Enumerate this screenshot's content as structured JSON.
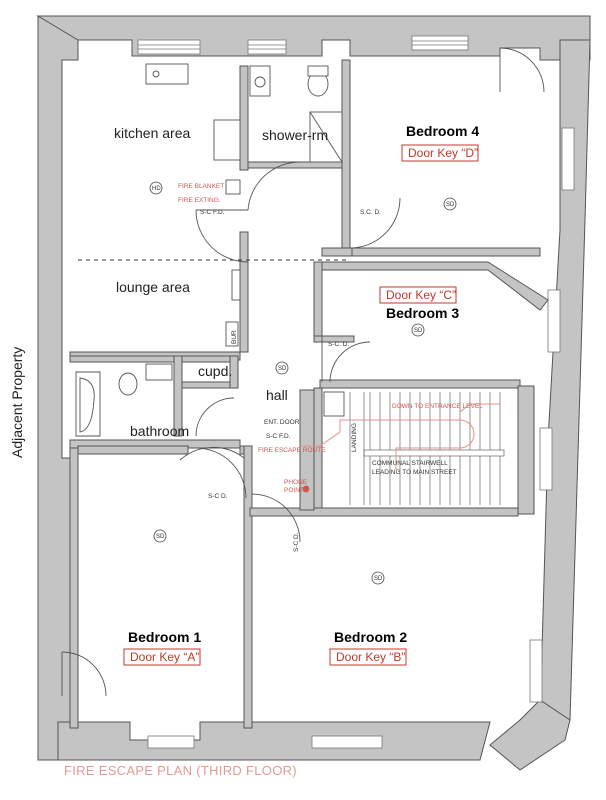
{
  "rooms": {
    "kitchen": "kitchen area",
    "shower": "shower-rm",
    "lounge": "lounge area",
    "bathroom": "bathroom",
    "cupboard": "cupd.",
    "hall": "hall",
    "bedroom1": "Bedroom 1",
    "bedroom2": "Bedroom 2",
    "bedroom3": "Bedroom 3",
    "bedroom4": "Bedroom 4"
  },
  "door_keys": {
    "a": "Door Key “A”",
    "b": "Door Key “B”",
    "c": "Door Key “C”",
    "d": "Door Key “D”"
  },
  "annotations": {
    "fire_blanket": "FIRE BLANKET",
    "fire_exting": "FIRE EXTING.",
    "scfd_kitchen": "S-C F.D.",
    "scd_bed4": "S.C. D.",
    "scd_bed3": "S-C. D.",
    "bur": "BUR",
    "ent_door": "ENT. DOOR",
    "scfd_hall": "S-C F.D.",
    "fire_escape_route": "FIRE ESCAPE ROUTE",
    "phone_point_1": "PHONE",
    "phone_point_2": "POINT",
    "scd_bed1": "S-C D.",
    "scd_bed2": "S-C D.",
    "landing": "LANDING",
    "down_to_entrance": "DOWN TO ENTRANCE LEVEL",
    "communal_1": "COMMUNAL STAIRWELL",
    "communal_2": "LEADING TO MAIN STREET",
    "hd": "HD",
    "sd": "SD"
  },
  "adjacent": "Adjacent Property",
  "plan_title": "FIRE ESCAPE PLAN (THIRD FLOOR)",
  "colors": {
    "wall": "#bfbfbf",
    "wall_stroke": "#555555",
    "fire_red": "#d9534f",
    "key_red": "#c0392b",
    "title_pink": "#e39a94"
  }
}
